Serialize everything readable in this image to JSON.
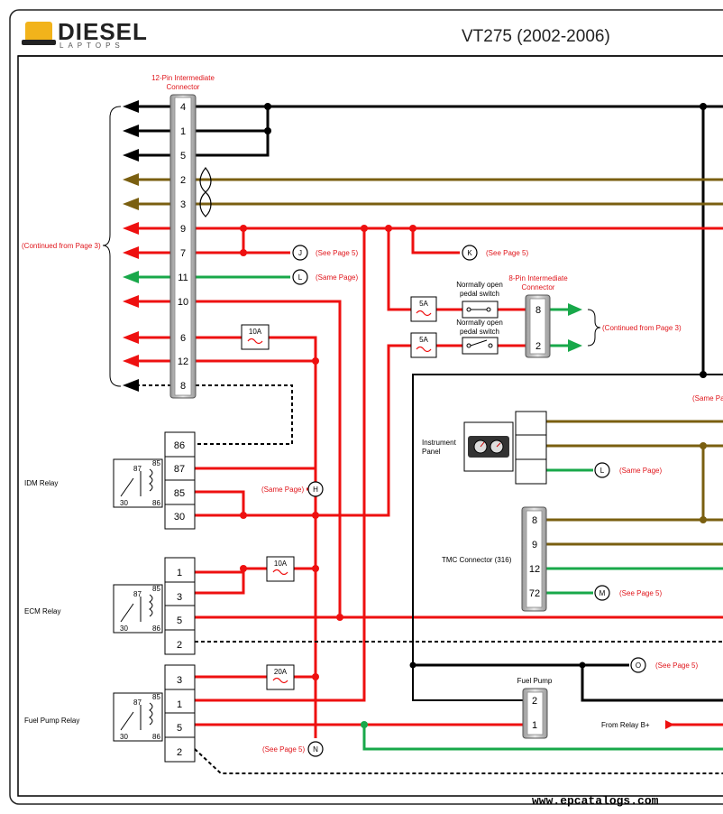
{
  "header": {
    "logo_text": "DIESEL",
    "logo_sub": "LAPTOPS",
    "title": "VT275 (2002-2006)"
  },
  "footer": {
    "url": "www.epcatalogs.com"
  },
  "connector12": {
    "title_line1": "12-Pin Intermediate",
    "title_line2": "Connector",
    "pins": [
      "4",
      "1",
      "5",
      "2",
      "3",
      "9",
      "7",
      "11",
      "10",
      "6",
      "12",
      "8"
    ]
  },
  "connector8": {
    "title_line1": "8-Pin Intermediate",
    "title_line2": "Connector",
    "pins": [
      "8",
      "2"
    ]
  },
  "labels": {
    "continued_left": "(Continued from Page 3)",
    "continued_right": "(Continued from Page 3)",
    "see_page_5_J": "(See Page 5)",
    "same_page_L": "(Same Page)",
    "see_page_5_K": "(See Page 5)",
    "same_page_H": "(Same Page)",
    "see_page_5_N": "(See Page 5)",
    "see_page_5_O": "(See Page 5)",
    "same_page_L2": "(Same Page)",
    "see_page_5_M": "(See Page 5)",
    "same_page_edge": "(Same Pa",
    "switch1_line1": "Normally open",
    "switch1_line2": "pedal switch",
    "switch2_line1": "Normally open",
    "switch2_line2": "pedal switch",
    "instrument_line1": "Instrument",
    "instrument_line2": "Panel",
    "tmc": "TMC Connector (316)",
    "fuel_pump": "Fuel Pump",
    "from_relay": "From Relay B+"
  },
  "connectors_circle": {
    "J": "J",
    "L": "L",
    "K": "K",
    "H": "H",
    "N": "N",
    "O": "O",
    "L2": "L",
    "M": "M"
  },
  "fuses": {
    "f1": "5A",
    "f2": "5A",
    "f3": "10A",
    "f4": "10A",
    "f5": "20A"
  },
  "relays": {
    "idm": {
      "name": "IDM Relay",
      "pins": [
        "86",
        "87",
        "85",
        "30"
      ]
    },
    "ecm": {
      "name": "ECM Relay",
      "pins": [
        "1",
        "3",
        "5",
        "2"
      ]
    },
    "fuel": {
      "name": "Fuel Pump Relay",
      "pins": [
        "3",
        "1",
        "5",
        "2"
      ]
    },
    "symbol_pins": {
      "p87": "87",
      "p85": "85",
      "p30": "30",
      "p86": "86"
    }
  },
  "tmc_pins": [
    "8",
    "9",
    "12",
    "72"
  ],
  "fuel_pump_pins": [
    "2",
    "1"
  ],
  "colors": {
    "black": "#000000",
    "red": "#ee1010",
    "green": "#18a84a",
    "brown": "#7a5f10",
    "connector_gray": "#c8c8c8",
    "logo_yellow": "#f2b31b"
  }
}
